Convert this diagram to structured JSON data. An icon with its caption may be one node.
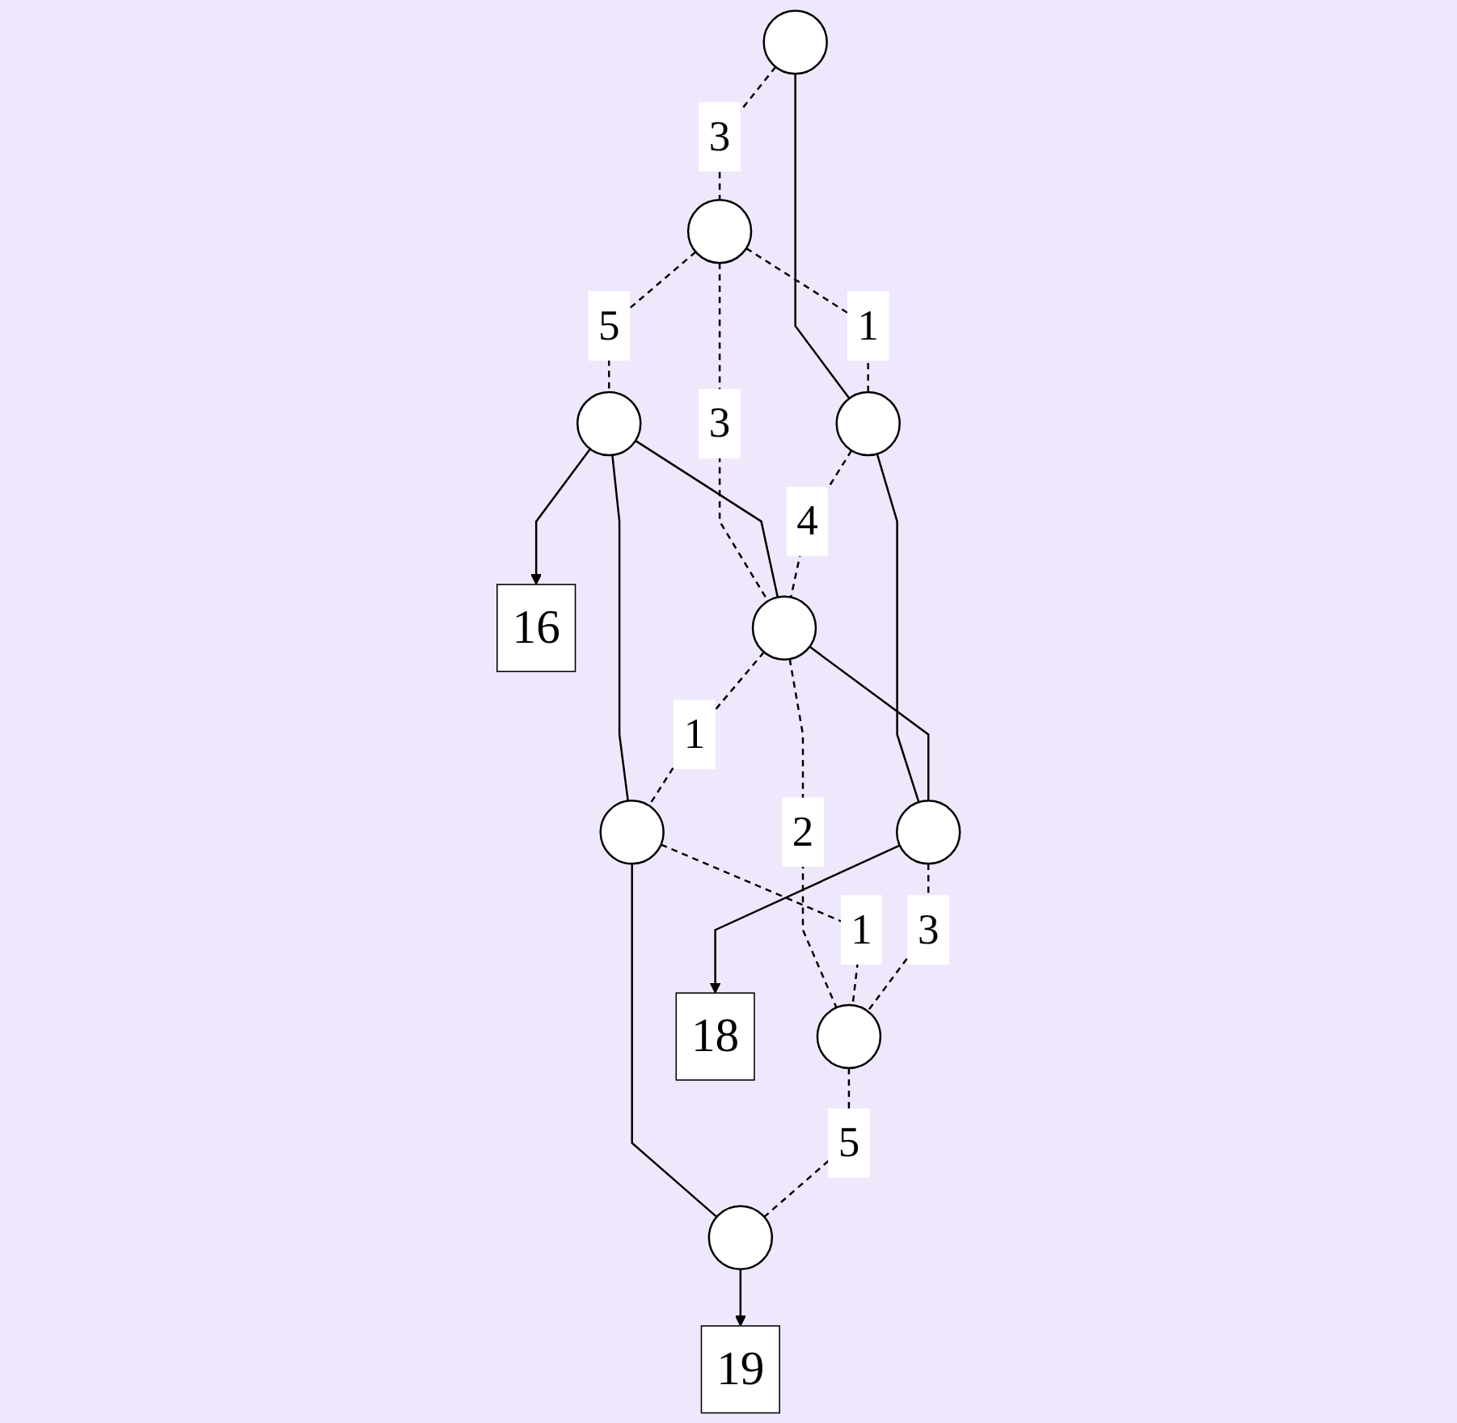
{
  "diagram": {
    "nodes": [
      {
        "text": [
          "16"
        ]
      },
      {
        "text": [],
        "shape": "circle"
      },
      {
        "text": [],
        "shape": "circle"
      },
      {
        "text": [],
        "shape": "circle"
      },
      {
        "text": [],
        "shape": "circle"
      },
      {
        "text": [],
        "shape": "circle"
      },
      {
        "text": [],
        "shape": "circle"
      },
      {
        "text": [],
        "shape": "circle"
      },
      {
        "text": [],
        "shape": "circle"
      },
      {
        "text": [],
        "shape": "circle"
      },
      {
        "text": [
          "18"
        ]
      },
      {
        "text": [
          "19"
        ]
      }
    ],
    "edges": [
      {
        "from": 1,
        "to": 2,
        "arrow": "none",
        "label": "3",
        "style": "dashed"
      },
      {
        "from": 2,
        "to": 3,
        "arrow": "none",
        "label": "5",
        "style": "dashed"
      },
      {
        "from": 3,
        "to": 0,
        "arrow": "to"
      },
      {
        "from": 1,
        "to": 4,
        "arrow": "none"
      },
      {
        "from": 2,
        "to": 4,
        "arrow": "none",
        "label": "1",
        "style": "dashed"
      },
      {
        "from": 2,
        "to": 5,
        "arrow": "none",
        "label": "3",
        "style": "dashed"
      },
      {
        "from": 3,
        "to": 5,
        "arrow": "none"
      },
      {
        "from": 3,
        "to": 6,
        "arrow": "none"
      },
      {
        "from": 4,
        "to": 5,
        "arrow": "none",
        "label": "4",
        "style": "dashed"
      },
      {
        "from": 5,
        "to": 6,
        "arrow": "none",
        "label": "1",
        "style": "dashed"
      },
      {
        "from": 4,
        "to": 7,
        "arrow": "none"
      },
      {
        "from": 5,
        "to": 7,
        "arrow": "none"
      },
      {
        "from": 5,
        "to": 8,
        "arrow": "none",
        "label": "2",
        "style": "dashed"
      },
      {
        "from": 6,
        "to": 8,
        "arrow": "none",
        "label": "1",
        "style": "dashed"
      },
      {
        "from": 6,
        "to": 9,
        "arrow": "none"
      },
      {
        "from": 7,
        "to": 8,
        "arrow": "none",
        "label": "3",
        "style": "dashed"
      },
      {
        "from": 8,
        "to": 9,
        "arrow": "none",
        "label": "5",
        "style": "dashed"
      },
      {
        "from": 7,
        "to": 10,
        "arrow": "to"
      },
      {
        "from": 9,
        "to": 11,
        "arrow": "to"
      }
    ]
  }
}
